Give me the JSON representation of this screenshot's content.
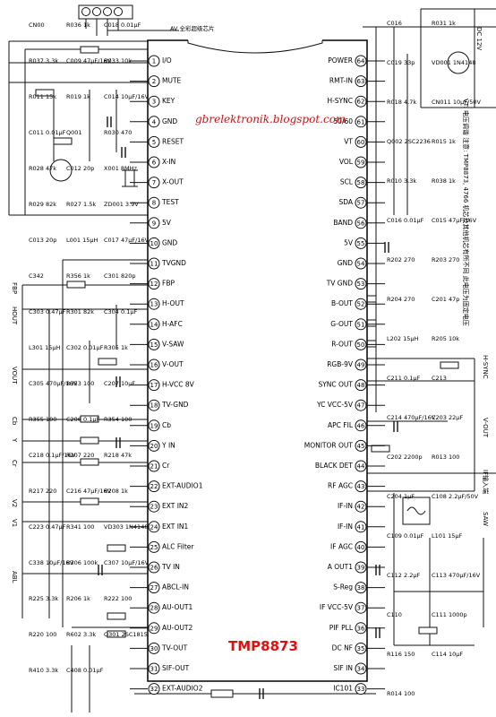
{
  "watermark": "gbrelektronik.blogspot.com",
  "chip": {
    "name": "TMP8873",
    "ref": "IC101",
    "ref_top": "AV 全彩超级芯片"
  },
  "colors": {
    "watermark": "#cc1111",
    "chipname": "#e01010",
    "ink": "#111111"
  },
  "left_pins": [
    {
      "n": "1",
      "label": "I/O"
    },
    {
      "n": "2",
      "label": "MUTE"
    },
    {
      "n": "3",
      "label": "KEY"
    },
    {
      "n": "4",
      "label": "GND"
    },
    {
      "n": "5",
      "label": "RESET"
    },
    {
      "n": "6",
      "label": "X-IN"
    },
    {
      "n": "7",
      "label": "X-OUT"
    },
    {
      "n": "8",
      "label": "TEST"
    },
    {
      "n": "9",
      "label": "5V"
    },
    {
      "n": "10",
      "label": "GND"
    },
    {
      "n": "11",
      "label": "TVGND"
    },
    {
      "n": "12",
      "label": "FBP"
    },
    {
      "n": "13",
      "label": "H-OUT"
    },
    {
      "n": "14",
      "label": "H-AFC"
    },
    {
      "n": "15",
      "label": "V-SAW"
    },
    {
      "n": "16",
      "label": "V-OUT"
    },
    {
      "n": "17",
      "label": "H-VCC 8V"
    },
    {
      "n": "18",
      "label": "TV-GND"
    },
    {
      "n": "19",
      "label": "Cb"
    },
    {
      "n": "20",
      "label": "Y IN"
    },
    {
      "n": "21",
      "label": "Cr"
    },
    {
      "n": "22",
      "label": "EXT-AUDIO1"
    },
    {
      "n": "23",
      "label": "EXT IN2"
    },
    {
      "n": "24",
      "label": "EXT IN1"
    },
    {
      "n": "25",
      "label": "ALC Filter"
    },
    {
      "n": "26",
      "label": "TV IN"
    },
    {
      "n": "27",
      "label": "ABCL-IN"
    },
    {
      "n": "28",
      "label": "AU-OUT1"
    },
    {
      "n": "29",
      "label": "AU-OUT2"
    },
    {
      "n": "30",
      "label": "TV-OUT"
    },
    {
      "n": "31",
      "label": "SIF-OUT"
    },
    {
      "n": "32",
      "label": "EXT-AUDIO2"
    }
  ],
  "right_pins": [
    {
      "n": "64",
      "label": "POWER"
    },
    {
      "n": "63",
      "label": "RMT-IN"
    },
    {
      "n": "62",
      "label": "H-SYNC"
    },
    {
      "n": "61",
      "label": "50/60"
    },
    {
      "n": "60",
      "label": "VT"
    },
    {
      "n": "59",
      "label": "VOL"
    },
    {
      "n": "58",
      "label": "SCL"
    },
    {
      "n": "57",
      "label": "SDA"
    },
    {
      "n": "56",
      "label": "BAND"
    },
    {
      "n": "55",
      "label": "5V"
    },
    {
      "n": "54",
      "label": "GND"
    },
    {
      "n": "53",
      "label": "TV GND"
    },
    {
      "n": "52",
      "label": "B-OUT"
    },
    {
      "n": "51",
      "label": "G-OUT"
    },
    {
      "n": "50",
      "label": "R-OUT"
    },
    {
      "n": "49",
      "label": "RGB-9V"
    },
    {
      "n": "48",
      "label": "SYNC OUT"
    },
    {
      "n": "47",
      "label": "YC VCC-5V"
    },
    {
      "n": "46",
      "label": "APC FIL"
    },
    {
      "n": "45",
      "label": "MONITOR OUT"
    },
    {
      "n": "44",
      "label": "BLACK DET"
    },
    {
      "n": "43",
      "label": "RF AGC"
    },
    {
      "n": "42",
      "label": "IF-IN"
    },
    {
      "n": "41",
      "label": "IF-IN"
    },
    {
      "n": "40",
      "label": "IF AGC"
    },
    {
      "n": "39",
      "label": "A OUT1"
    },
    {
      "n": "38",
      "label": "S-Reg"
    },
    {
      "n": "37",
      "label": "IF VCC-5V"
    },
    {
      "n": "36",
      "label": "PIF PLL"
    },
    {
      "n": "35",
      "label": "DC NF"
    },
    {
      "n": "34",
      "label": "SIF IN"
    },
    {
      "n": "33",
      "label": "IC101"
    }
  ],
  "left_signals": [
    "FBP",
    "HOUT",
    "VOUT",
    "Cb",
    "Y",
    "Cr",
    "V2",
    "V1",
    "ABL"
  ],
  "right_signals": [
    "H-SYNC",
    "V-OUT",
    "IF输入端",
    "SAW"
  ],
  "components_left": [
    "CN00",
    "R036 1k",
    "C018 0.01μF",
    "R037 3.3k",
    "C009 47μF/16V",
    "R033 10k",
    "R011 15k",
    "R019 1k",
    "C014 10μF/16V",
    "C011 0.01μF",
    "Q001",
    "R030 470",
    "R028 47k",
    "C012 20p",
    "X001 8MHz",
    "R029 82k",
    "R027 1.5k",
    "ZD001 3.9V",
    "C013 20p",
    "L001 15μH",
    "C017 47μF/16V",
    "C342",
    "R356 1k",
    "C301 820p",
    "C303 0.47μF",
    "R301 82k",
    "C304 0.1μF",
    "L301 15μH",
    "C302 0.01μF",
    "R305 1k",
    "C305 470μF/16V",
    "R353 100",
    "C207 10μF",
    "R355 100",
    "C206 0.1μF",
    "R354 100",
    "C218 0.1μF/16V",
    "R207 220",
    "R218 47k",
    "R217 220",
    "C216 47μF/16V",
    "R208 1k",
    "C223 0.47μF",
    "R341 100",
    "VD303 1N4148",
    "C338 10μF/16V",
    "R306 100k",
    "C307 10μF/16V",
    "R225 3.3k",
    "R206 1k",
    "R222 100",
    "R220 100",
    "R602 3.3k",
    "Q301 2SC1815",
    "R410 3.3k",
    "C408 0.01μF"
  ],
  "components_right": [
    "C016",
    "R031 1k",
    "C019 33p",
    "VD001 1N4148",
    "R018 4.7k",
    "CN011 10μF/50V",
    "Q002 2SC2236",
    "R015 1k",
    "R010 3.3k",
    "R038 1k",
    "C016 0.01μF",
    "C015 47μF/16V",
    "R202 270",
    "R203 270",
    "R204 270",
    "C201 47p",
    "L202 15μH",
    "R205 10k",
    "C211 0.1μF",
    "C213",
    "C214 470μF/16V",
    "C203 22μF",
    "C202 2200p",
    "R013 100",
    "C204 1μF",
    "C108 2.2μF/50V",
    "C109 0.01μF",
    "L101 15μF",
    "C112 2.2μF",
    "C113 470μF/16V",
    "C110",
    "C111 1000p",
    "R116 150",
    "C114 10μF",
    "R014 100"
  ],
  "notes": {
    "vertical": "VT: 电压调谐  注意: TMP8873, 4766 机芯及其他机芯有所不同  此电压为固定电压",
    "top_right": "DC 12V"
  }
}
